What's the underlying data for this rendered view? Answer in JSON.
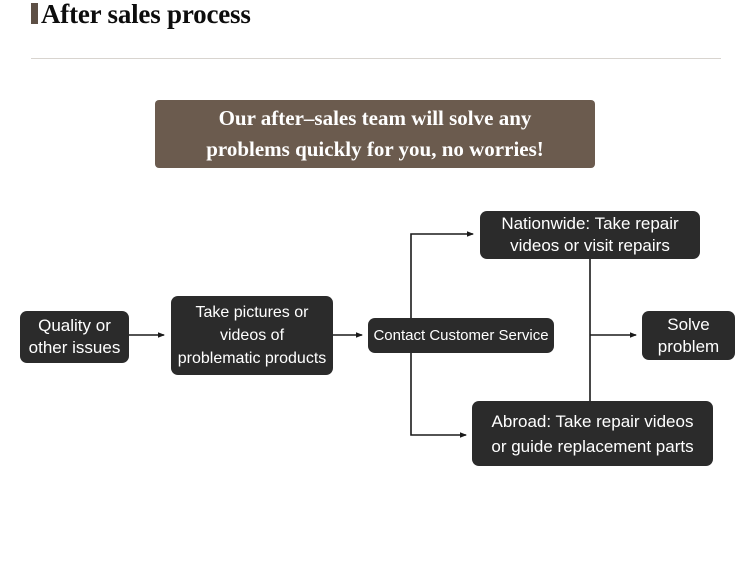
{
  "header": {
    "title": "After sales process",
    "marker_color": "#5d4f45",
    "divider_color": "#d8d4cf"
  },
  "banner": {
    "background_color": "#6b5b4e",
    "text_color": "#ffffff",
    "lines": [
      "Our after–sales team will solve any",
      "problems quickly for you, no worries!"
    ]
  },
  "flowchart": {
    "node_color": "#2b2b2b",
    "node_text_color": "#ffffff",
    "connector_color": "#1a1a1a",
    "nodes": [
      {
        "id": "quality",
        "lines": [
          "Quality or",
          "other issues"
        ]
      },
      {
        "id": "capture",
        "lines": [
          "Take pictures or",
          "videos of",
          "problematic products"
        ]
      },
      {
        "id": "contact",
        "lines": [
          "Contact Customer Service"
        ]
      },
      {
        "id": "nationwide",
        "lines": [
          "Nationwide: Take repair",
          "videos or visit repairs"
        ]
      },
      {
        "id": "abroad",
        "lines": [
          "Abroad: Take repair videos",
          "or guide replacement parts"
        ]
      },
      {
        "id": "solve",
        "lines": [
          "Solve",
          "problem"
        ]
      }
    ]
  }
}
